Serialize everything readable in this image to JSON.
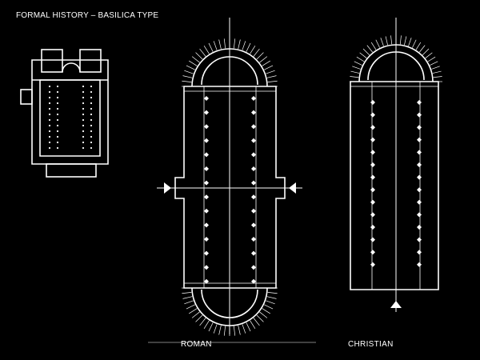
{
  "title": "FORMAL HISTORY – BASILICA TYPE",
  "labels": {
    "roman": "ROMAN",
    "christian": "CHRISTIAN"
  },
  "colors": {
    "background": "#000000",
    "line": "#ffffff"
  },
  "plans": [
    {
      "name": "roman",
      "apses": 2,
      "columns_per_row": 14,
      "rows": 2
    },
    {
      "name": "christian",
      "apses": 1,
      "columns_per_row": 14,
      "rows": 2
    }
  ]
}
